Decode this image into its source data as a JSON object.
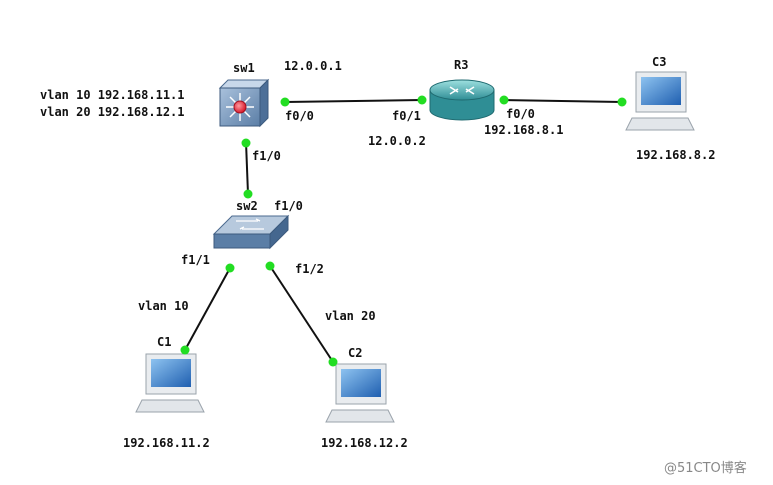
{
  "nodes": {
    "sw1": {
      "label": "sw1"
    },
    "r3": {
      "label": "R3"
    },
    "c3": {
      "label": "C3"
    },
    "sw2": {
      "label": "sw2"
    },
    "c1": {
      "label": "C1"
    },
    "c2": {
      "label": "C2"
    }
  },
  "labels": {
    "vlan10_gw": "vlan 10 192.168.11.1",
    "vlan20_gw": "vlan 20 192.168.12.1",
    "sw1_ip": "12.0.0.1",
    "sw1_f00": "f0/0",
    "r3_f01": "f0/1",
    "r3_ip_left": "12.0.0.2",
    "r3_f00": "f0/0",
    "r3_ip_right": "192.168.8.1",
    "c3_ip": "192.168.8.2",
    "sw1_f10": "f1/0",
    "sw2_f10": "f1/0",
    "sw2_f11": "f1/1",
    "sw2_f12": "f1/2",
    "vlan10": "vlan 10",
    "vlan20": "vlan 20",
    "c1_ip": "192.168.11.2",
    "c2_ip": "192.168.12.2"
  },
  "watermark": "@51CTO博客",
  "colors": {
    "link": "#111111",
    "port": "#22dd22",
    "device_blue": "#6d8fb5"
  }
}
